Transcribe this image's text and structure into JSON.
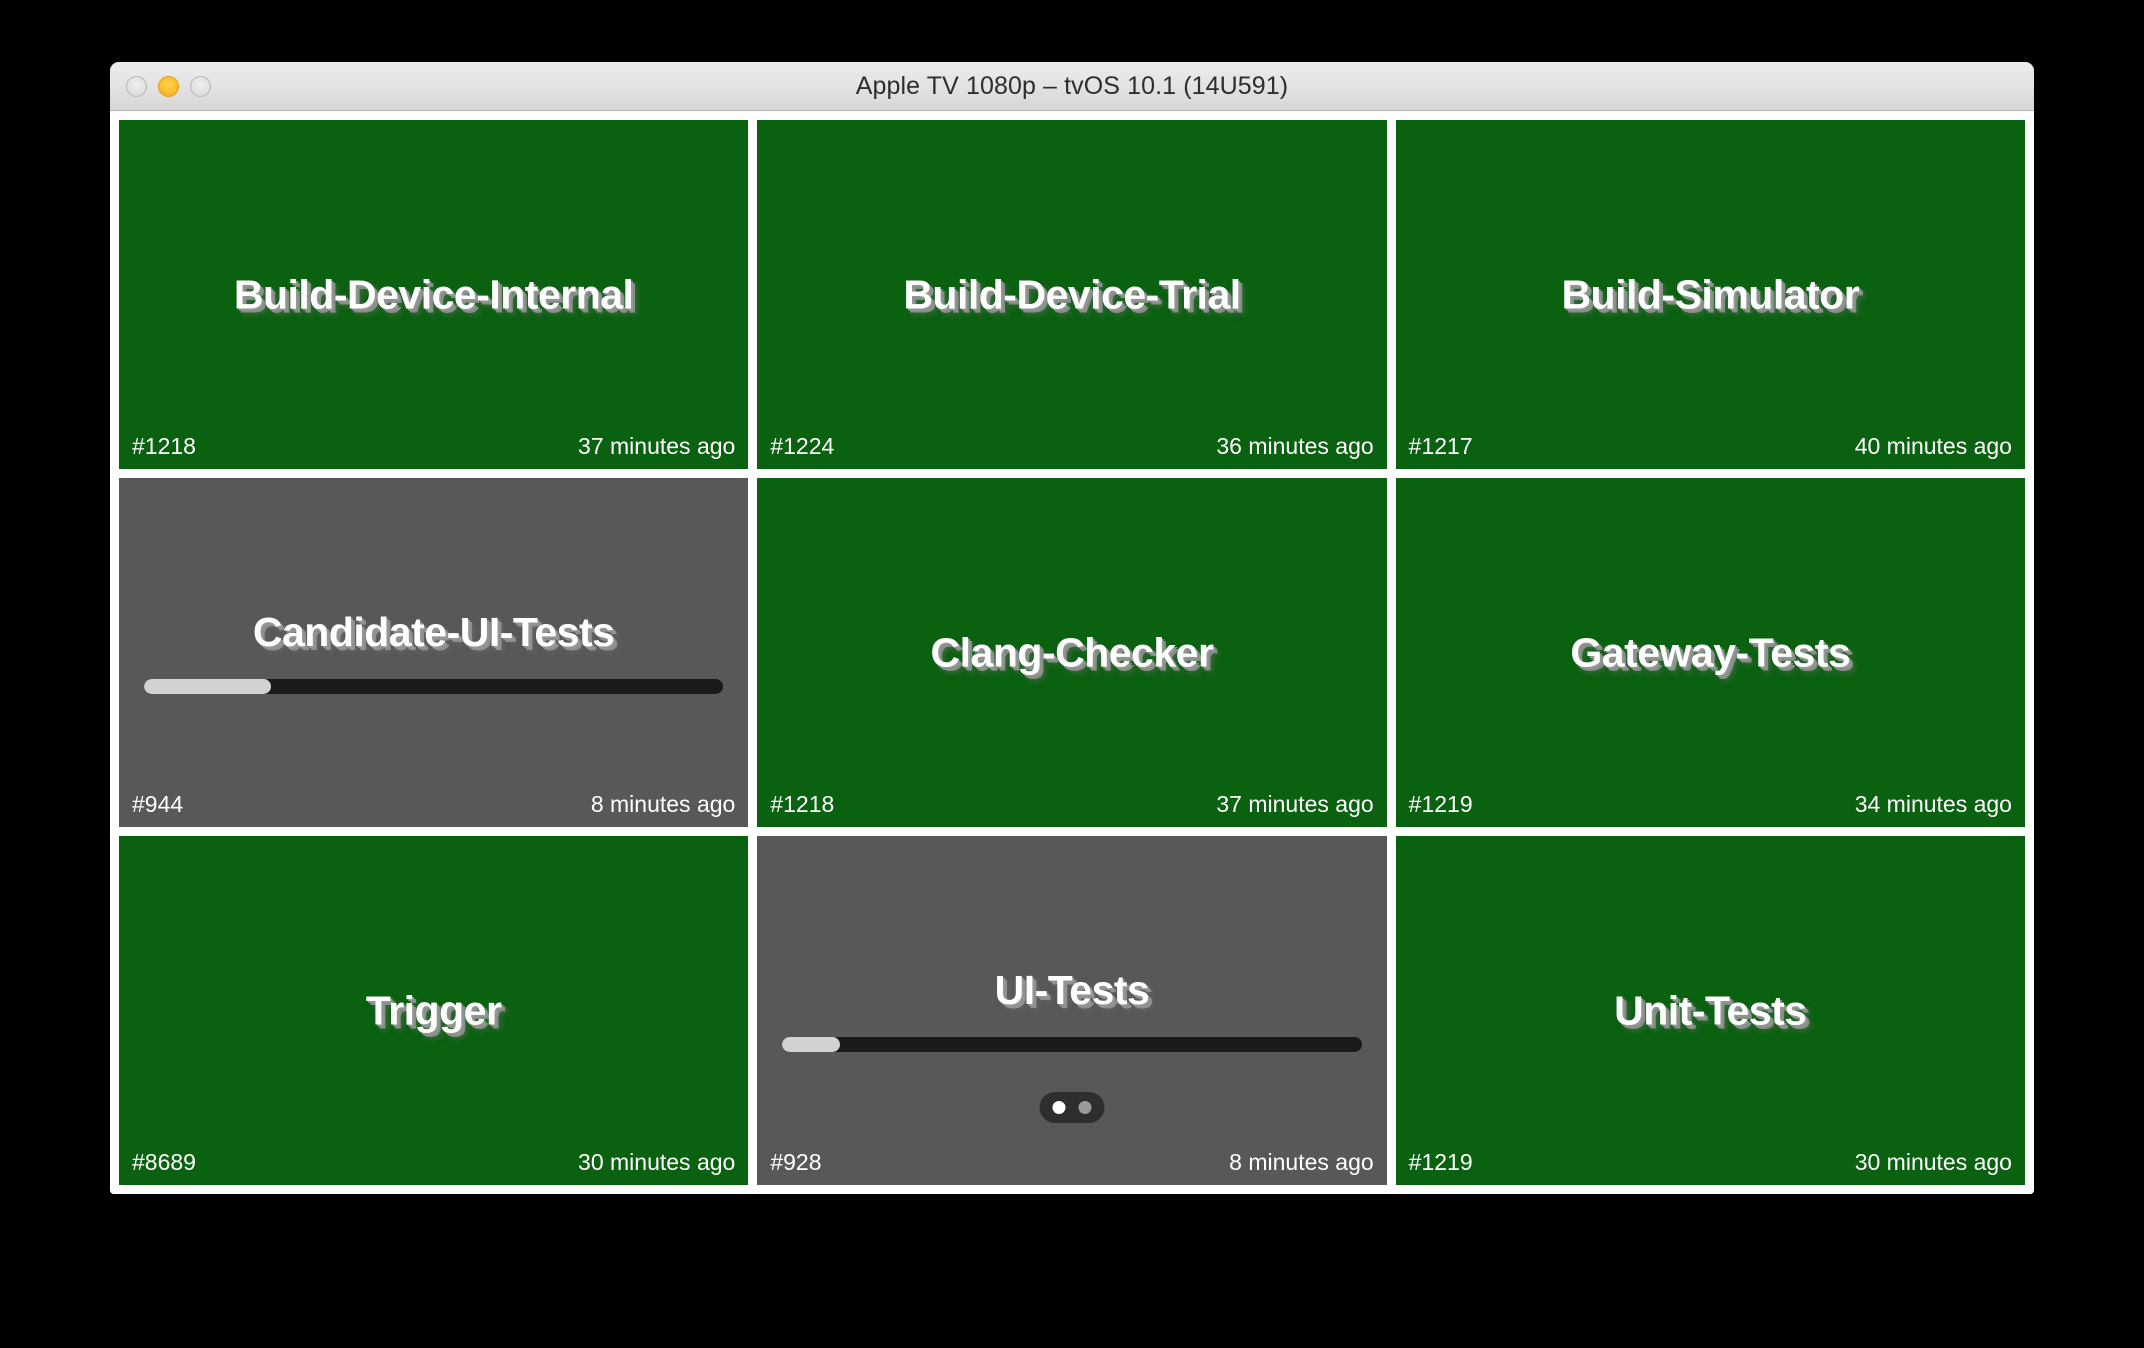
{
  "window": {
    "title": "Apple TV 1080p – tvOS 10.1 (14U591)",
    "traffic_lights": [
      {
        "name": "close",
        "color": "#e0e0e0",
        "state": "inactive"
      },
      {
        "name": "minimize",
        "color": "#fcbe2e",
        "state": "active"
      },
      {
        "name": "zoom",
        "color": "#e0e0e0",
        "state": "inactive"
      }
    ]
  },
  "colors": {
    "success_green": "#0a6110",
    "running_gray": "#585858",
    "progress_fill": "#d2d2d2",
    "progress_track": "#1a1a1a",
    "tile_gap": "#ffffff",
    "desktop": "#000000"
  },
  "grid": {
    "columns": 3,
    "rows": 3,
    "tiles": [
      {
        "title": "Build-Device-Internal",
        "number": "#1218",
        "time": "37 minutes ago",
        "status": "success",
        "progress": null,
        "dots": null
      },
      {
        "title": "Build-Device-Trial",
        "number": "#1224",
        "time": "36 minutes ago",
        "status": "success",
        "progress": null,
        "dots": null
      },
      {
        "title": "Build-Simulator",
        "number": "#1217",
        "time": "40 minutes ago",
        "status": "success",
        "progress": null,
        "dots": null
      },
      {
        "title": "Candidate-UI-Tests",
        "number": "#944",
        "time": "8 minutes ago",
        "status": "running",
        "progress": 22,
        "dots": null
      },
      {
        "title": "Clang-Checker",
        "number": "#1218",
        "time": "37 minutes ago",
        "status": "success",
        "progress": null,
        "dots": null
      },
      {
        "title": "Gateway-Tests",
        "number": "#1219",
        "time": "34 minutes ago",
        "status": "success",
        "progress": null,
        "dots": null
      },
      {
        "title": "Trigger",
        "number": "#8689",
        "time": "30 minutes ago",
        "status": "success",
        "progress": null,
        "dots": null
      },
      {
        "title": "UI-Tests",
        "number": "#928",
        "time": "8 minutes ago",
        "status": "running",
        "progress": 10,
        "dots": {
          "count": 2,
          "active_index": 0
        }
      },
      {
        "title": "Unit-Tests",
        "number": "#1219",
        "time": "30 minutes ago",
        "status": "success",
        "progress": null,
        "dots": null
      }
    ]
  }
}
